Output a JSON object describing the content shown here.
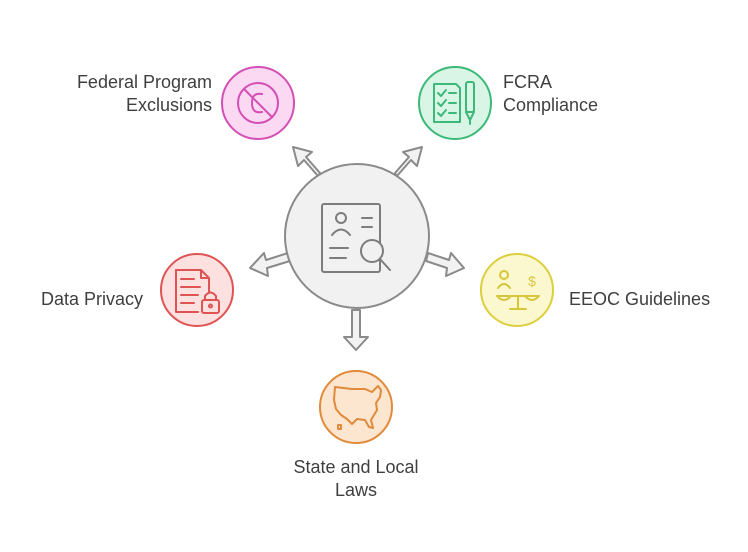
{
  "center": {
    "icon": "background-check-icon"
  },
  "nodes": [
    {
      "id": "federal",
      "icon": "no-symbol-icon",
      "color": "#d44fb5",
      "fill": "#fbd9f3",
      "lines": [
        "Federal Program",
        "Exclusions"
      ]
    },
    {
      "id": "fcra",
      "icon": "checklist-document-icon",
      "color": "#3cb878",
      "fill": "#d8f5e6",
      "lines": [
        "FCRA",
        "Compliance"
      ]
    },
    {
      "id": "eeoc",
      "icon": "balance-scale-icon",
      "color": "#dccf3d",
      "fill": "#fbf7cf",
      "lines": [
        "EEOC Guidelines"
      ]
    },
    {
      "id": "state",
      "icon": "usa-map-icon",
      "color": "#e08a3b",
      "fill": "#fde6cf",
      "lines": [
        "State and Local",
        "Laws"
      ]
    },
    {
      "id": "privacy",
      "icon": "locked-document-icon",
      "color": "#e05353",
      "fill": "#fde0e0",
      "lines": [
        "Data Privacy"
      ]
    }
  ]
}
